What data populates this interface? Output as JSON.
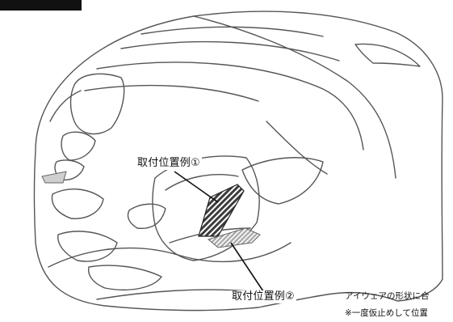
{
  "callouts": {
    "position1": "取付位置例①",
    "position2": "取付位置例②"
  },
  "notes": [
    "アイウェアの形状に合",
    "※一度仮止めして位置"
  ],
  "colors": {
    "outline": "#555555",
    "header_bar": "#111111",
    "pad1_fill": "#444444",
    "pad2_fill": "#b5b5b5"
  }
}
